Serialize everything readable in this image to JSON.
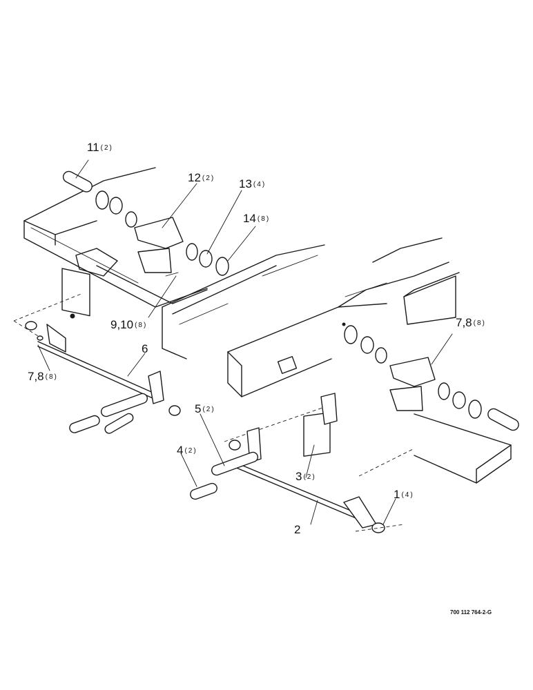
{
  "callouts": [
    {
      "num": "11",
      "qty": "(2)"
    },
    {
      "num": "12",
      "qty": "(2)"
    },
    {
      "num": "13",
      "qty": "(4)"
    },
    {
      "num": "14",
      "qty": "(8)"
    },
    {
      "num": "9,10",
      "qty": "(8)"
    },
    {
      "num": "7,8",
      "qty": "(8)"
    },
    {
      "num": "6",
      "qty": ""
    },
    {
      "num": "7,8",
      "qty": "(8)"
    },
    {
      "num": "5",
      "qty": "(2)"
    },
    {
      "num": "4",
      "qty": "(2)"
    },
    {
      "num": "3",
      "qty": "(2)"
    },
    {
      "num": "1",
      "qty": "(4)"
    },
    {
      "num": "2",
      "qty": ""
    }
  ],
  "drawing_code": "700 112 764-2-G"
}
